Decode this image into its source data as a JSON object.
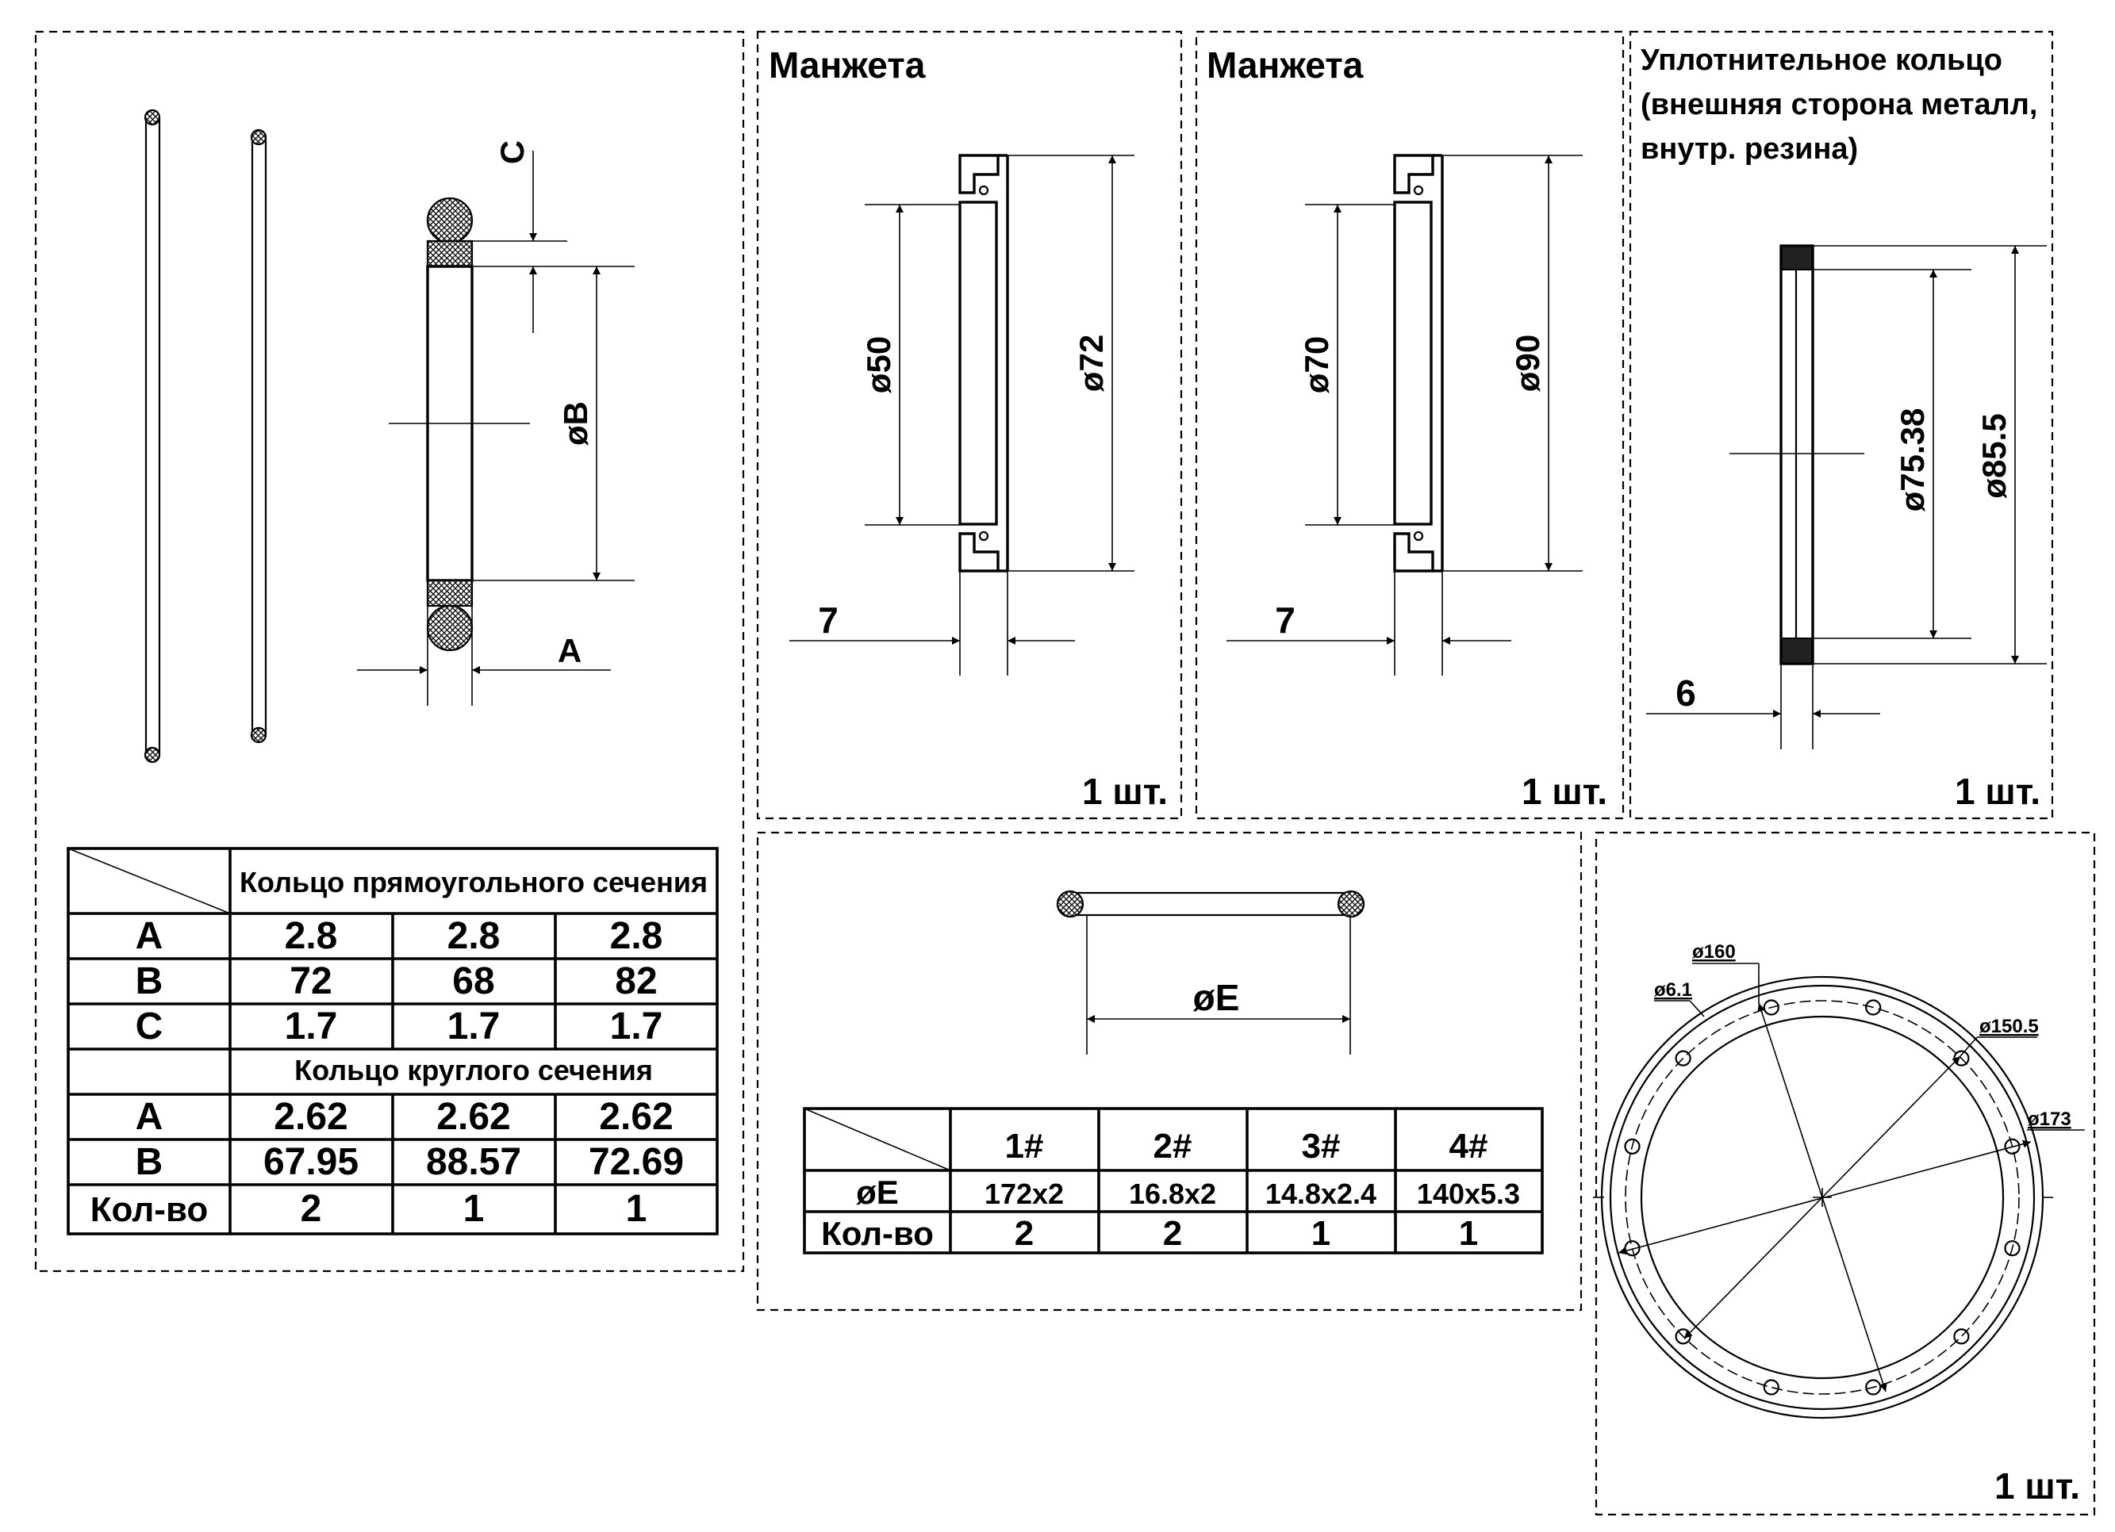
{
  "rings_panel": {
    "labels": {
      "c": "C",
      "b": "øB",
      "a": "A"
    },
    "table": {
      "rect_title": "Кольцо прямоугольного сечения",
      "rect_rows": [
        {
          "label": "A",
          "values": [
            "2.8",
            "2.8",
            "2.8"
          ]
        },
        {
          "label": "B",
          "values": [
            "72",
            "68",
            "82"
          ]
        },
        {
          "label": "C",
          "values": [
            "1.7",
            "1.7",
            "1.7"
          ]
        }
      ],
      "round_title": "Кольцо круглого сечения",
      "round_rows": [
        {
          "label": "A",
          "values": [
            "2.62",
            "2.62",
            "2.62"
          ]
        },
        {
          "label": "B",
          "values": [
            "67.95",
            "88.57",
            "72.69"
          ]
        },
        {
          "label": "Кол-во",
          "values": [
            "2",
            "1",
            "1"
          ]
        }
      ]
    }
  },
  "cuff_1": {
    "title": "Манжета",
    "inner": "ø50",
    "outer": "ø72",
    "width": "7",
    "qty": "1 шт."
  },
  "cuff_2": {
    "title": "Манжета",
    "inner": "ø70",
    "outer": "ø90",
    "width": "7",
    "qty": "1 шт."
  },
  "seal_ring": {
    "title_lines": [
      "Уплотнительное кольцо",
      "(внешняя сторона металл,",
      "внутр. резина)"
    ],
    "inner": "ø75.38",
    "outer": "ø85.5",
    "width": "6",
    "qty": "1 шт."
  },
  "oring_panel": {
    "dim": "øE",
    "table": {
      "headers": [
        "1#",
        "2#",
        "3#",
        "4#"
      ],
      "rows": [
        {
          "label": "øE",
          "values": [
            "172x2",
            "16.8x2",
            "14.8x2.4",
            "140x5.3"
          ]
        },
        {
          "label": "Кол-во",
          "values": [
            "2",
            "2",
            "1",
            "1"
          ]
        }
      ]
    }
  },
  "flange_gasket": {
    "d_bolt": "ø160",
    "d_hole": "ø6.1",
    "d_inner": "ø150.5",
    "d_outer": "ø173",
    "qty": "1 шт."
  }
}
